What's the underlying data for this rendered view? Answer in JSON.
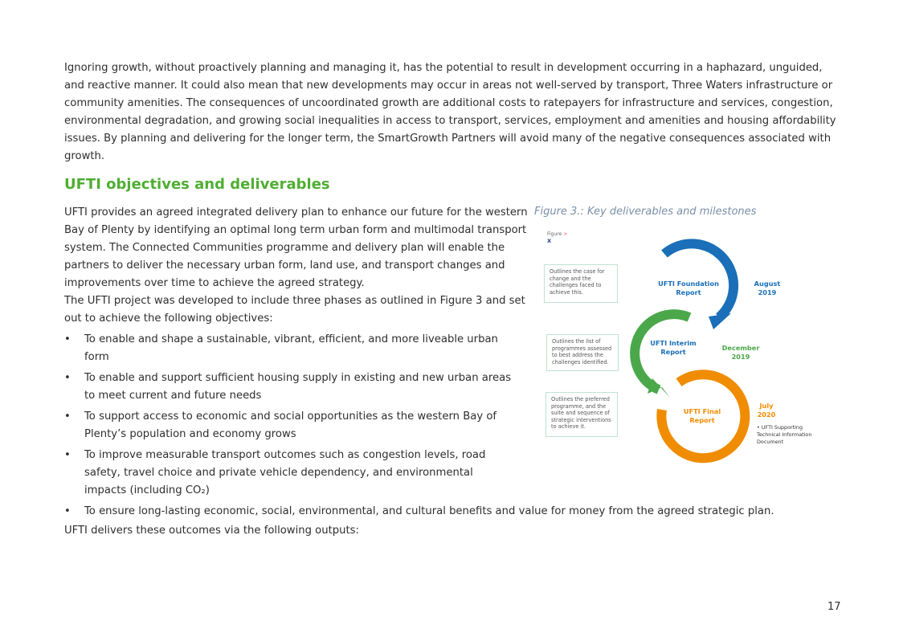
{
  "intro": "Ignoring growth, without proactively planning and managing it, has the potential to result in development occurring in a haphazard, unguided, and reactive manner. It could also mean that new developments may occur in areas not well-served by transport, Three Waters infrastructure or community amenities. The consequences of uncoordinated growth are additional costs to ratepayers for infrastructure and services, congestion, environmental degradation, and growing social inequalities in access to transport, services, employment and amenities and housing affordability issues. By planning and delivering for the longer term, the SmartGrowth Partners will avoid many of the negative consequences associated with growth.",
  "heading": "UFTI objectives and deliverables",
  "para1": "UFTI provides an agreed integrated delivery plan to enhance our future for the western Bay of Plenty by identifying an optimal long term urban form and multimodal transport system. The Connected Communities programme and delivery plan will enable the partners to deliver the necessary urban form, land use, and transport changes and improvements over time to achieve the agreed strategy.",
  "para2": "The UFTI project was developed to include three phases as outlined in Figure 3 and set out to achieve the following objectives:",
  "bullets": [
    "To enable and shape a sustainable, vibrant, efficient, and more liveable urban form",
    "To enable and support sufficient housing supply in existing and new urban areas to meet current and future needs",
    "To support access to economic and social opportunities as the western Bay of Plenty’s population and economy grows",
    "To improve measurable transport outcomes such as congestion levels, road safety, travel choice and private vehicle dependency, and environmental impacts (including CO₂)",
    "To ensure long-lasting economic, social, environmental, and cultural benefits and value for money from the agreed strategic plan."
  ],
  "outputs": "UFTI delivers these outcomes via the following outputs:",
  "page_number": "17",
  "figure": {
    "caption": "Figure 3.: Key deliverables and milestones",
    "ref_label": "Figure",
    "ref_mark": "x",
    "x": "x",
    "stages": [
      {
        "name": "UFTI Foundation Report",
        "date": "August 2019",
        "desc": "Outlines the case for change and the challenges faced to achieve this."
      },
      {
        "name": "UFTI Interim Report",
        "date": "December 2019",
        "desc": "Outlines the list of programmes assessed to best address the challenges identified."
      },
      {
        "name": "UFTI Final Report",
        "date": "July 2020",
        "desc": "Outlines the preferred programme, and the suite and sequence of strategic interventions to achieve it."
      }
    ],
    "extra": "UFTI Supporting Technical Information Document"
  },
  "colors": {
    "heading": "#4fae32",
    "blue": "#1a6fb8",
    "green": "#4aa84a",
    "orange": "#f08c00",
    "caption": "#7a8fa8"
  }
}
